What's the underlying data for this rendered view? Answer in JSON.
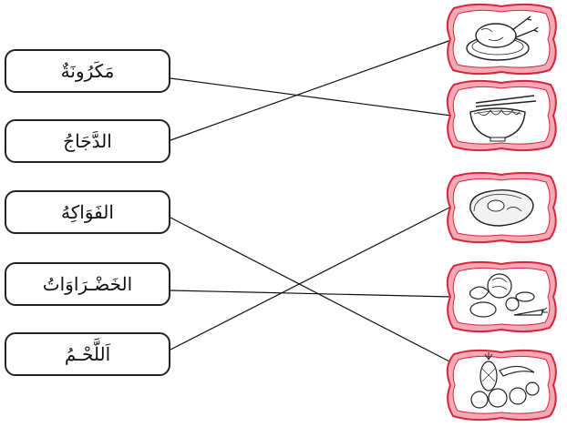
{
  "words": [
    {
      "id": "w1",
      "text": "مَكَرُونَةٌ"
    },
    {
      "id": "w2",
      "text": "الدَّجَاجُ"
    },
    {
      "id": "w3",
      "text": "الفَوَاكِهُ"
    },
    {
      "id": "w4",
      "text": "الخَضْـرَاوَاتُ"
    },
    {
      "id": "w5",
      "text": "اَللَّحْـمُ"
    }
  ],
  "pictures": [
    {
      "id": "p1",
      "icon": "roast-chicken-icon"
    },
    {
      "id": "p2",
      "icon": "noodle-bowl-icon"
    },
    {
      "id": "p3",
      "icon": "steak-icon"
    },
    {
      "id": "p4",
      "icon": "vegetables-icon"
    },
    {
      "id": "p5",
      "icon": "fruits-icon"
    }
  ],
  "matches": [
    {
      "word": 1,
      "picture": 2
    },
    {
      "word": 2,
      "picture": 1
    },
    {
      "word": 3,
      "picture": 5
    },
    {
      "word": 4,
      "picture": 4
    },
    {
      "word": 5,
      "picture": 3
    }
  ],
  "colors": {
    "frame_outer": "#d8243c",
    "frame_inner": "#f4a9b6",
    "line": "#111111"
  }
}
